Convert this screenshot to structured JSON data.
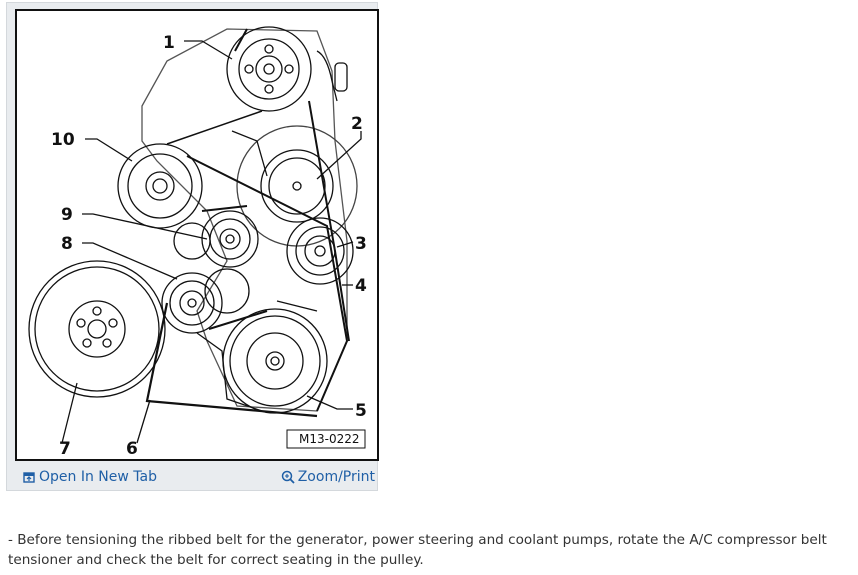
{
  "figure": {
    "callouts": [
      "1",
      "2",
      "3",
      "4",
      "5",
      "6",
      "7",
      "8",
      "9",
      "10"
    ],
    "figure_id": "M13-0222",
    "open_label": "Open In New Tab",
    "zoom_label": "Zoom/Print",
    "open_icon": "new-tab-icon",
    "zoom_icon": "magnifier-icon"
  },
  "instruction": {
    "text": "-  Before tensioning the ribbed belt for the generator, power steering and coolant pumps, rotate the A/C compressor belt tensioner and check the belt for correct seating in the pulley."
  }
}
